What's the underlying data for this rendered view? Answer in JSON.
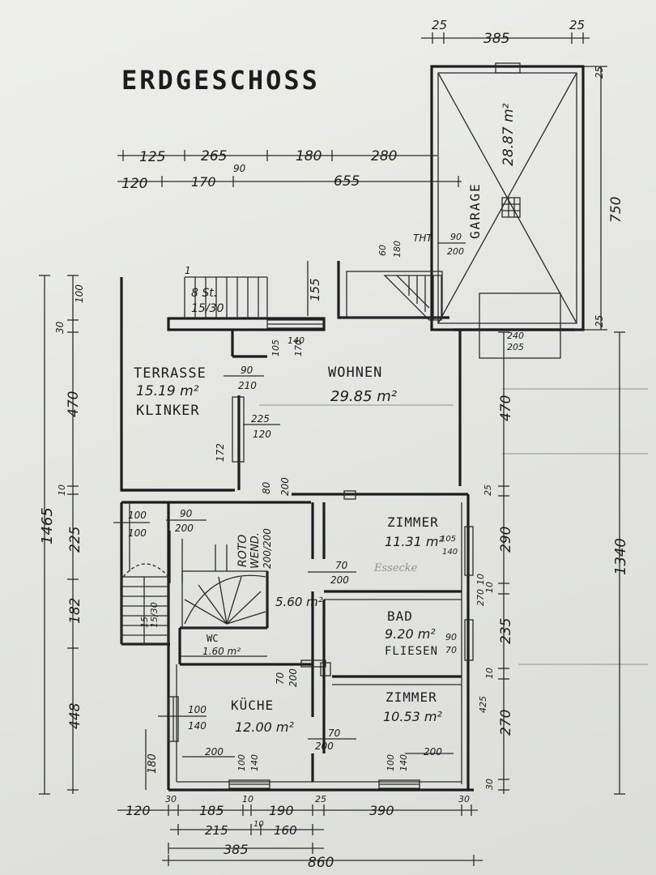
{
  "title": "ERDGESCHOSS",
  "rooms": {
    "terrasse": {
      "name": "TERRASSE",
      "area": "15.19 m²",
      "material": "KLINKER"
    },
    "wohnen": {
      "name": "WOHNEN",
      "area": "29.85 m²"
    },
    "garage": {
      "name": "GARAGE",
      "area": "28.87 m²"
    },
    "zimmer1": {
      "name": "ZIMMER",
      "area": "11.31 m²"
    },
    "bad": {
      "name": "BAD",
      "area": "9.20 m²",
      "material": "FLIESEN"
    },
    "zimmer2": {
      "name": "ZIMMER",
      "area": "10.53 m²"
    },
    "kueche": {
      "name": "KÜCHE",
      "area": "12.00 m²"
    },
    "wc": {
      "name": "WC",
      "area": "1.60 m²"
    },
    "flur": {
      "area": "5.60 m²"
    },
    "treppe": {
      "line1": "ROTO",
      "line2": "WEND.",
      "size": "200/200"
    }
  },
  "handwritten_note": "Essecke",
  "dims": {
    "top_25a": "25",
    "top_385": "385",
    "top_25b": "25",
    "r1_125": "125",
    "r1_265": "265",
    "r1_90": "90",
    "r1_180": "180",
    "r1_280": "280",
    "r2_120": "120",
    "r2_170": "170",
    "r2_655": "655",
    "garage_750": "750",
    "garage_25a": "25",
    "garage_25b": "25",
    "stair_8": "8 St.",
    "stair_15_30": "15/30",
    "stair_1": "1",
    "entry_155": "155",
    "win_105": "105",
    "win_140": "140",
    "win_170": "170",
    "gar_60": "60",
    "gar_180": "180",
    "gar_tht": "THT",
    "gar_90": "90",
    "gar_200": "200",
    "box_240": "240",
    "box_205": "205",
    "ter_90": "90",
    "ter_210": "210",
    "ter_225": "225",
    "ter_120": "120",
    "ter_172": "172",
    "mid_80": "80",
    "mid_200": "200",
    "hall_100a": "100",
    "hall_100b": "100",
    "hall_90": "90",
    "hall_200": "200",
    "z1_105": "105",
    "z1_140": "140",
    "door_70": "70",
    "door_200": "200",
    "st_15_30": "15/30",
    "st_15": "15",
    "bad_90": "90",
    "bad_70": "70",
    "bad_270": "270",
    "bad_10": "10",
    "kd_70": "70",
    "kd_200": "200",
    "k_100": "100",
    "k_140": "140",
    "k_200a": "200",
    "k_100b": "100",
    "k_140b": "140",
    "kd2_70": "70",
    "kd2_200": "200",
    "z2_100": "100",
    "z2_140": "140",
    "z2_200": "200",
    "left_30": "30",
    "left_100": "100",
    "left_470": "470",
    "left_10": "10",
    "left_1465": "1465",
    "left_225": "225",
    "left_182": "182",
    "left_448": "448",
    "left_180": "180",
    "right_470": "470",
    "right_25": "25",
    "right_290": "290",
    "right_10": "10",
    "right_235": "235",
    "right_10b": "10",
    "right_425": "425",
    "right_270": "270",
    "right_30": "30",
    "right_1340": "1340",
    "bot_30a": "30",
    "bot_120": "120",
    "bot_185": "185",
    "bot_10a": "10",
    "bot_190": "190",
    "bot_25": "25",
    "bot_390": "390",
    "bot_30b": "30",
    "bot_215": "215",
    "bot_10b": "10",
    "bot_160": "160",
    "bot_385": "385",
    "bot_860": "860"
  }
}
